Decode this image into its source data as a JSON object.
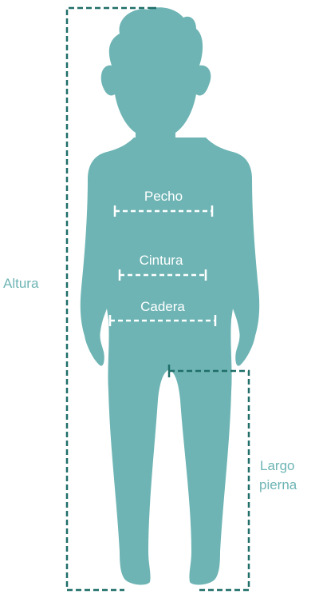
{
  "colors": {
    "body_fill": "#6eb4b4",
    "guide_dark": "#1f6e68",
    "guide_light": "#ffffff",
    "label_outer": "#6eb4b4",
    "label_inner": "#ffffff",
    "background": "#ffffff"
  },
  "labels": {
    "height": "Altura",
    "chest": "Pecho",
    "waist": "Cintura",
    "hip": "Cadera",
    "inseam_line1": "Largo",
    "inseam_line2": "pierna"
  }
}
